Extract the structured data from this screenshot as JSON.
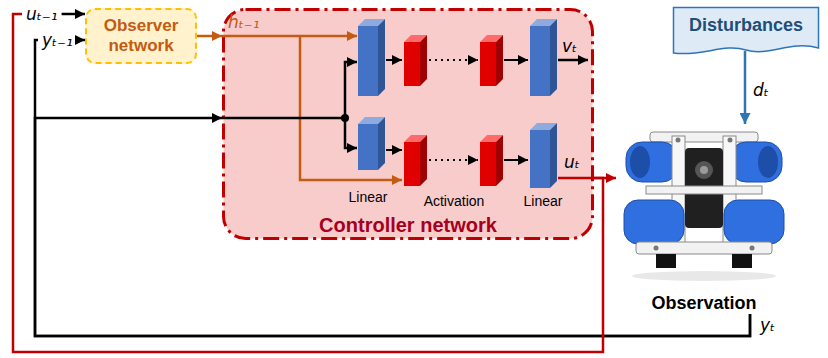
{
  "diagram": {
    "nodes": [
      {
        "text": [
          "Observer network"
        ]
      },
      {
        "text": [
          "Controller network"
        ]
      },
      {
        "text": [
          "Disturbances"
        ]
      },
      {
        "text": [
          "Observation"
        ]
      }
    ],
    "edges": [
      {
        "from": 0,
        "to": 1,
        "label": "hₜ₋₁",
        "arrow": "to"
      },
      {
        "from": 1,
        "to": 3,
        "label": "uₜ",
        "arrow": "to"
      },
      {
        "from": 2,
        "to": 3,
        "label": "dₜ",
        "arrow": "to"
      },
      {
        "from": 3,
        "to": 0,
        "label": "yₜ₋₁",
        "arrow": "to"
      },
      {
        "from": 3,
        "to": 1,
        "label": "yₜ",
        "arrow": "to"
      },
      {
        "from": 1,
        "to": 0,
        "label": "uₜ₋₁",
        "arrow": "to"
      }
    ],
    "labels": [
      "vₜ",
      "Linear",
      "Activation",
      "Linear"
    ]
  }
}
